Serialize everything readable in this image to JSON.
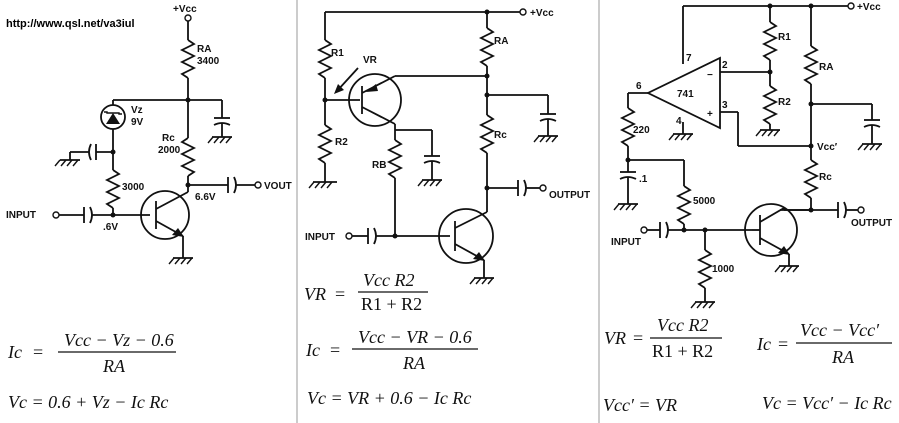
{
  "url": "http://www.qsl.net/va3iul",
  "circuit1": {
    "vcc": "+Vcc",
    "ra": "RA",
    "ra_value": "3400",
    "vz": "Vz",
    "vz_value": "9V",
    "rc": "Rc",
    "rc_value": "2000",
    "r_bias_value": "3000",
    "vout_level": "6.6V",
    "vout": "VOUT",
    "input": "INPUT",
    "base_level": ".6V",
    "eq1_lhs": "Ic",
    "eq1_num": "Vcc − Vz − 0.6",
    "eq1_den": "RA",
    "eq2": "Vc = 0.6 + Vz − Ic Rc"
  },
  "circuit2": {
    "vcc": "+Vcc",
    "r1": "R1",
    "r2": "R2",
    "vr": "VR",
    "ra": "RA",
    "rc": "Rc",
    "rb": "RB",
    "output": "OUTPUT",
    "input": "INPUT",
    "eq1_lhs": "VR",
    "eq1_num": "Vcc R2",
    "eq1_den": "R1 + R2",
    "eq2_lhs": "Ic",
    "eq2_num": "Vcc − VR − 0.6",
    "eq2_den": "RA",
    "eq3": "Vc = VR + 0.6 − Ic Rc"
  },
  "circuit3": {
    "vcc": "+Vcc",
    "opamp": "741",
    "pin7": "7",
    "pin2": "2",
    "pin3": "3",
    "pin6": "6",
    "pin4": "4",
    "minus": "−",
    "plus": "+",
    "r1": "R1",
    "r2": "R2",
    "ra": "RA",
    "vcc_prime": "Vcc′",
    "rc": "Rc",
    "r220": "220",
    "c1": ".1",
    "r5000": "5000",
    "r1000": "1000",
    "output": "OUTPUT",
    "input": "INPUT",
    "eq1_lhs": "VR",
    "eq1_num": "Vcc R2",
    "eq1_den": "R1 + R2",
    "eq2_lhs": "Ic",
    "eq2_num": "Vcc − Vcc′",
    "eq2_den": "RA",
    "eq3": "Vcc′ = VR",
    "eq4": "Vc = Vcc′ − Ic Rc"
  }
}
